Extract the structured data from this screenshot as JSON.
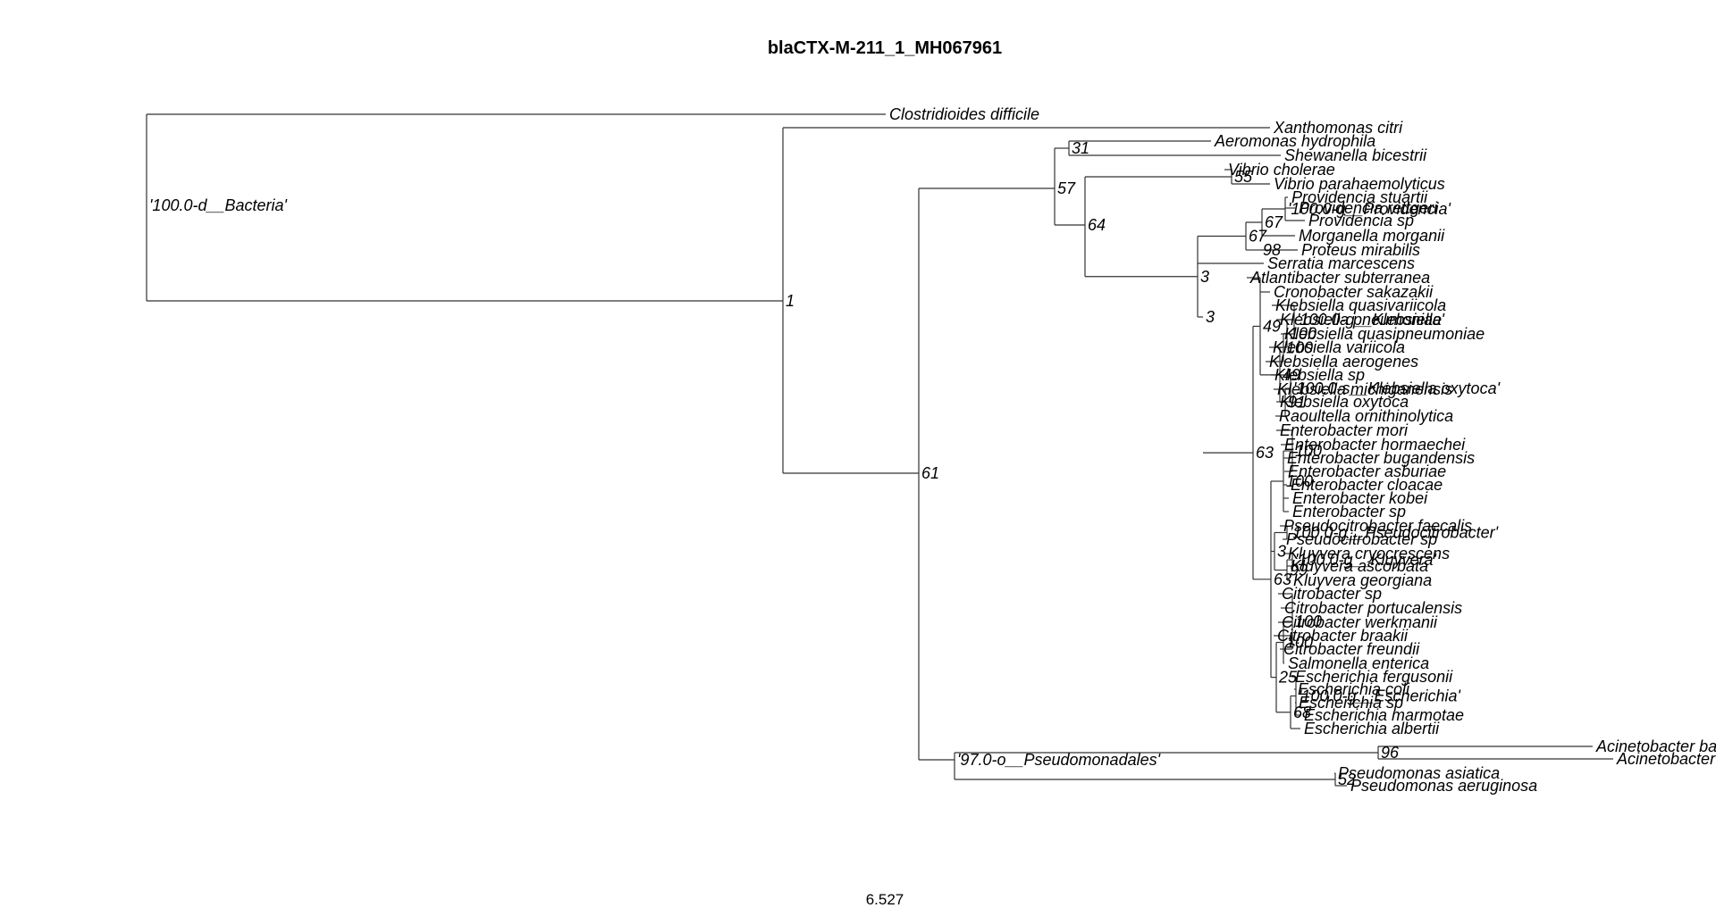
{
  "title": "blaCTX-M-211_1_MH067961",
  "scale_label": "6.527",
  "tips": [
    "Clostridioides difficile",
    "Xanthomonas citri",
    "Aeromonas hydrophila",
    "Shewanella bicestrii",
    "Vibrio cholerae",
    "Vibrio parahaemolyticus",
    "Providencia stuartii",
    "Providencia rettgeri",
    "Providencia sp",
    "Morganella morganii",
    "Proteus mirabilis",
    "Serratia marcescens",
    "Atlantibacter subterranea",
    "Cronobacter sakazakii",
    "Klebsiella quasivariicola",
    "Klebsiella pneumoniae",
    "Klebsiella quasipneumoniae",
    "Klebsiella variicola",
    "Klebsiella aerogenes",
    "Klebsiella sp",
    "Klebsiella michiganensis",
    "Klebsiella oxytoca",
    "Raoultella ornithinolytica",
    "Enterobacter mori",
    "Enterobacter hormaechei",
    "Enterobacter bugandensis",
    "Enterobacter asburiae",
    "Enterobacter cloacae",
    "Enterobacter kobei",
    "Enterobacter sp",
    "Pseudocitrobacter faecalis",
    "Pseudocitrobacter sp",
    "Kluyvera cryocrescens",
    "Kluyvera ascorbata",
    "Kluyvera georgiana",
    "Citrobacter sp",
    "Citrobacter portucalensis",
    "Citrobacter werkmanii",
    "Citrobacter braakii",
    "Citrobacter freundii",
    "Salmonella enterica",
    "Escherichia fergusonii",
    "Escherichia coli",
    "Escherichia sp",
    "Escherichia marmotae",
    "Escherichia albertii",
    "Acinetobacter baumannii",
    "Acinetobacter towneri",
    "Pseudomonas asiatica",
    "Pseudomonas aeruginosa"
  ],
  "node_labels": [
    "'100.0-d__Bacteria'",
    "1",
    "61",
    "57",
    "31",
    "64",
    "55",
    "3",
    "67",
    "'100.0-g__Providencia'",
    "100",
    "98",
    "3",
    "63",
    "49",
    "'100.0-g__Klebsiella'",
    "100",
    "100",
    "'100.0-s__Klebsiella oxytoca'",
    "91",
    "100",
    "3",
    "99",
    "'100.0-g__Pseudocitrobacter'",
    "'100.0-g__Kluyvera'",
    "25",
    "100",
    "68",
    "'100.0-g__Escherichia'",
    "96",
    "'97.0-o__Pseudomonadales'",
    "52"
  ]
}
